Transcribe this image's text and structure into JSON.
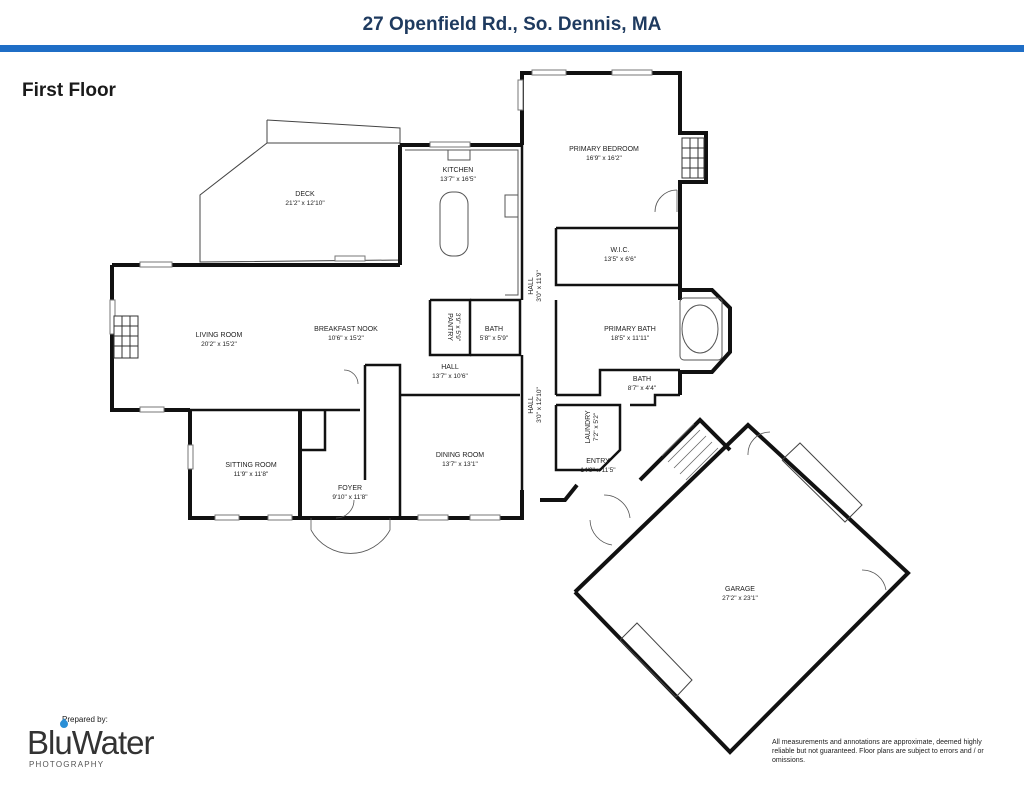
{
  "header": {
    "title": "27 Openfield Rd., So. Dennis, MA",
    "accent_color": "#1f6ec6"
  },
  "floor": {
    "label": "First Floor"
  },
  "rooms": [
    {
      "name": "KITCHEN",
      "dim": "13'7\" x 16'5\""
    },
    {
      "name": "DECK",
      "dim": "21'2\" x 12'10\""
    },
    {
      "name": "PRIMARY BEDROOM",
      "dim": "16'9\" x 16'2\""
    },
    {
      "name": "W.I.C.",
      "dim": "13'5\" x 6'6\""
    },
    {
      "name": "LIVING ROOM",
      "dim": "20'2\" x 15'2\""
    },
    {
      "name": "BREAKFAST NOOK",
      "dim": "10'6\" x 15'2\""
    },
    {
      "name": "PANTRY",
      "dim": "3'9\" x 5'9\""
    },
    {
      "name": "BATH",
      "dim": "5'8\" x 5'9\""
    },
    {
      "name": "HALL",
      "dim": "3'0\" x 11'9\""
    },
    {
      "name": "PRIMARY BATH",
      "dim": "18'5\" x 11'11\""
    },
    {
      "name": "HALL",
      "dim": "13'7\" x 10'6\""
    },
    {
      "name": "BATH",
      "dim": "8'7\" x 4'4\""
    },
    {
      "name": "HALL",
      "dim": "3'0\" x 12'10\""
    },
    {
      "name": "LAUNDRY",
      "dim": "7'2\" x 5'2\""
    },
    {
      "name": "SITTING ROOM",
      "dim": "11'9\" x 11'8\""
    },
    {
      "name": "DINING ROOM",
      "dim": "13'7\" x 13'1\""
    },
    {
      "name": "ENTRY",
      "dim": "14'9\" x 11'5\""
    },
    {
      "name": "FOYER",
      "dim": "9'10\" x 11'8\""
    },
    {
      "name": "GARAGE",
      "dim": "27'2\" x 23'1\""
    }
  ],
  "footer": {
    "prepared_by": "Prepared by:",
    "logo_text_a": "Bl",
    "logo_text_u": "u",
    "logo_text_b": "Water",
    "logo_subtext": "PHOTOGRAPHY",
    "disclaimer": "All measurements and annotations are approximate, deemed highly reliable but not guaranteed. Floor plans are subject to errors and / or omissions."
  }
}
